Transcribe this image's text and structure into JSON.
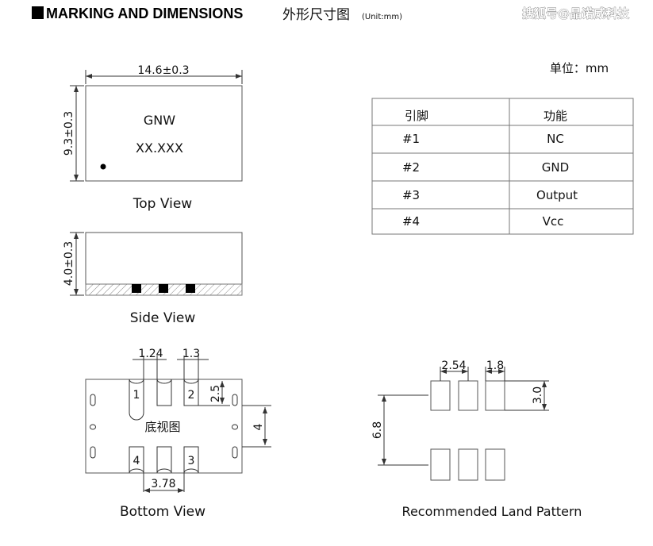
{
  "header": {
    "title": "MARKING AND DIMENSIONS",
    "title_cn": "外形尺寸图",
    "unit_suffix": "(Unit:mm)",
    "watermark": "搜狐号@晶诺威科技"
  },
  "top_view": {
    "width_dim": "14.6±0.3",
    "height_dim": "9.3±0.3",
    "marking_line1": "GNW",
    "marking_line2": "XX.XXX",
    "caption": "Top View"
  },
  "side_view": {
    "height_dim": "4.0±0.3",
    "caption": "Side View"
  },
  "bottom_view": {
    "dim_pad_width": "1.24",
    "dim_pad_gap": "1.3",
    "dim_pad_length": "2.5",
    "dim_row_gap": "4",
    "dim_pitch": "3.78",
    "pins": [
      "1",
      "2",
      "3",
      "4"
    ],
    "center_label": "底视图",
    "caption": "Bottom View"
  },
  "pin_table": {
    "unit_label": "单位：mm",
    "headers": [
      "引脚",
      "功能"
    ],
    "rows": [
      {
        "pin": "#1",
        "function": "NC"
      },
      {
        "pin": "#2",
        "function": "GND"
      },
      {
        "pin": "#3",
        "function": "Output"
      },
      {
        "pin": "#4",
        "function": "Vcc"
      }
    ]
  },
  "land_pattern": {
    "dim_pitch": "2.54",
    "dim_pad_width": "1.8",
    "dim_pad_length": "3.0",
    "dim_row_span": "6.8",
    "caption": "Recommended Land Pattern"
  }
}
